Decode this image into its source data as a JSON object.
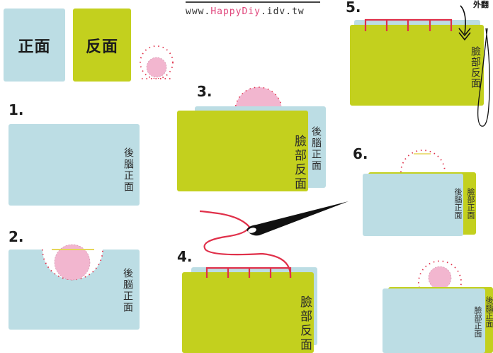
{
  "header": {
    "url_prefix": "www.",
    "url_brand": "HappyDiy",
    "url_suffix": ".idv.tw"
  },
  "legend": {
    "front_label": "正面",
    "back_label": "反面"
  },
  "steps": {
    "s1": "1.",
    "s2": "2.",
    "s3": "3.",
    "s4": "4.",
    "s5": "5.",
    "s6": "6."
  },
  "labels": {
    "back_head_front": "後腦正面",
    "face_back": "臉部反面",
    "face_front": "臉部正面",
    "flip_note": "外翻"
  },
  "colors": {
    "front": "#bcdde4",
    "back": "#c3d01e",
    "thread": "#e0304a",
    "pink": "#f2b6cf"
  }
}
